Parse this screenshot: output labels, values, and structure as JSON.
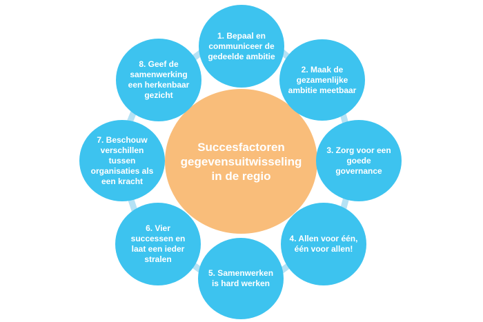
{
  "center": {
    "label": "Succesfactoren gegevensuitwisseling in de regio"
  },
  "factors": [
    {
      "label": "1. Bepaal  en communiceer de gedeelde ambitie"
    },
    {
      "label": "2. Maak de gezamenlijke ambitie meetbaar"
    },
    {
      "label": "3. Zorg voor een goede governance"
    },
    {
      "label": "4. Allen voor één, één voor allen!"
    },
    {
      "label": "5. Samenwerken is hard werken"
    },
    {
      "label": "6. Vier successen en laat een ieder stralen"
    },
    {
      "label": "7. Beschouw verschillen tussen organisaties als een kracht"
    },
    {
      "label": "8. Geef de samenwerking een herkenbaar gezicht"
    }
  ],
  "colors": {
    "node": "#3dc3ef",
    "center": "#f9bd7a",
    "connector": "#b5e2f5",
    "text": "#ffffff"
  }
}
